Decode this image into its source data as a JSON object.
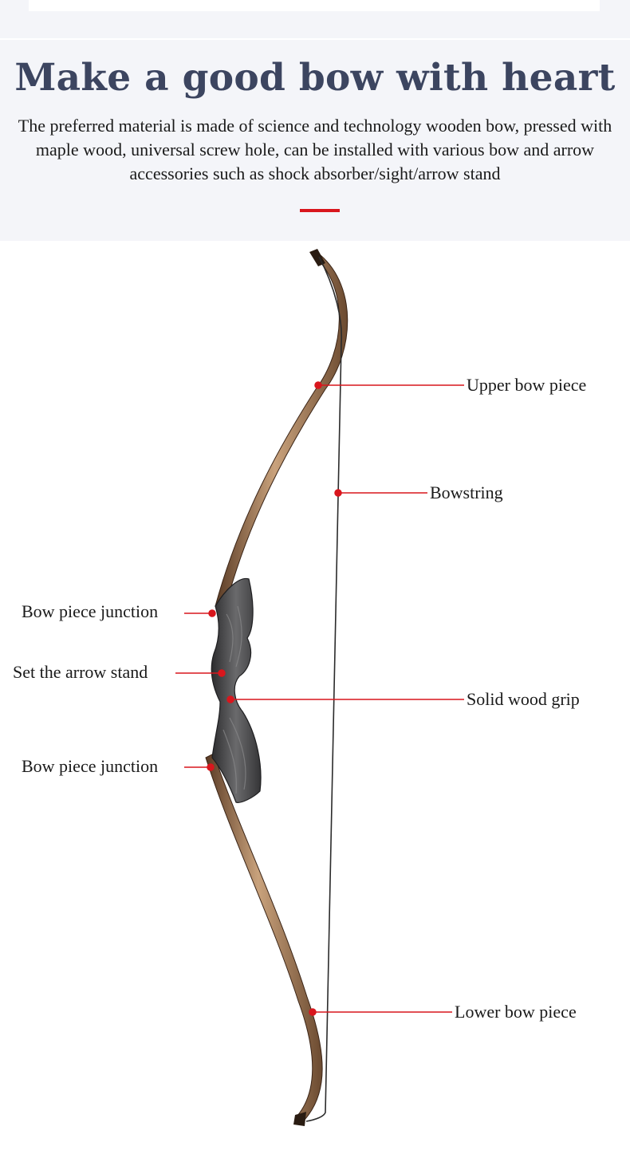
{
  "header": {
    "title": "Make a good bow with heart",
    "description": "The preferred material is made of science and technology wooden bow, pressed with maple wood, universal screw hole, can be installed with various bow and arrow accessories such as shock absorber/sight/arrow stand"
  },
  "diagram": {
    "labels": {
      "upper_bow_piece": "Upper bow piece",
      "bowstring": "Bowstring",
      "bow_piece_junction_top": "Bow piece junction",
      "set_arrow_stand": "Set the arrow stand",
      "solid_wood_grip": "Solid wood grip",
      "bow_piece_junction_bottom": "Bow piece junction",
      "lower_bow_piece": "Lower bow piece"
    }
  },
  "colors": {
    "title": "#3c4560",
    "header_bg": "#f4f5f9",
    "accent": "#d9161d",
    "leader_line": "#d9161d"
  }
}
